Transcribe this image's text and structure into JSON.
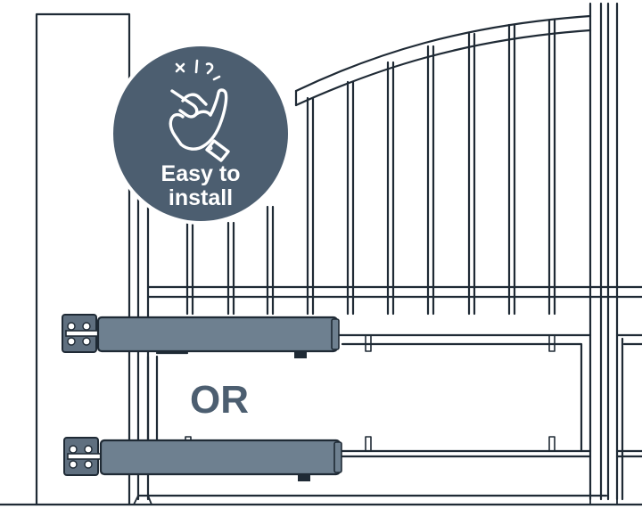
{
  "badge": {
    "line1": "Easy to",
    "line2": "install",
    "icon": "hand-tap-icon"
  },
  "or_label": "OR",
  "colors": {
    "badge_fill": "#4c5e70",
    "opener_body": "#6e8090",
    "outline": "#1f2a35",
    "or_text": "#4c5e70",
    "bracket": "#5f6f7f"
  }
}
